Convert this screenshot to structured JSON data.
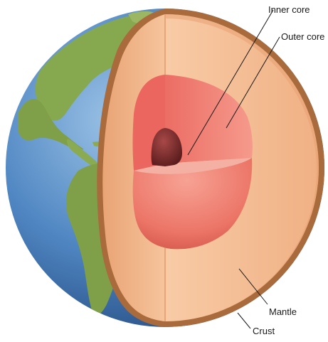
{
  "labels": {
    "inner_core": "Inner core",
    "outer_core": "Outer core",
    "mantle": "Mantle",
    "crust": "Crust"
  },
  "colors": {
    "ocean": "#4f86c2",
    "land": "#86a84e",
    "crust": "#a96a3c",
    "mantle": "#f2b88e",
    "outer_core": "#ee8276",
    "inner_core": "#7c2c2c",
    "leader_line": "#1a1a1a"
  }
}
